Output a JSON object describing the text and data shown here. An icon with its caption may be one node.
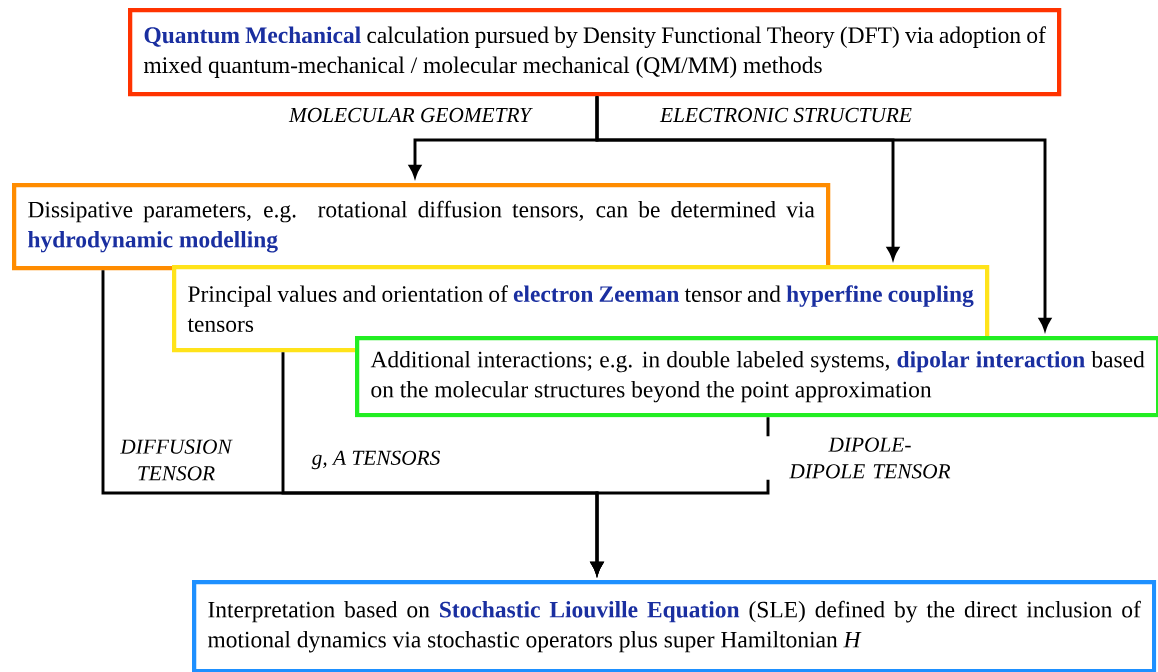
{
  "diagram": {
    "nodes": [
      {
        "text": [
          "**Quantum Mechanical** calculation pursued by Density Functional Theory (DFT) via adoption of mixed quantum-mechanical / molecular mechanical (QM/MM) methods"
        ]
      },
      {
        "text": [
          "Dissipative parameters, e.g. rotational diffusion tensors, can be determined via **hydrodynamic modelling**"
        ]
      },
      {
        "text": [
          "Principal values and orientation of **electron Zeeman** tensor and **hyperfine coupling** tensors"
        ]
      },
      {
        "text": [
          "Additional interactions; e.g. in double labeled systems, **dipolar interaction** based on the molecular structures beyond the point approximation"
        ]
      },
      {
        "text": [
          "Interpretation based on **Stochastic Liouville Equation** (SLE) defined by the direct inclusion of motional dynamics via stochastic operators plus super Hamiltonian *H*"
        ]
      }
    ],
    "edges": [
      {
        "from": 0,
        "to": 1,
        "arrow": "to",
        "label": "MOLECULAR GEOMETRY"
      },
      {
        "from": 0,
        "to": 2,
        "arrow": "to",
        "label": "ELECTRONIC STRUCTURE"
      },
      {
        "from": 0,
        "to": 3,
        "arrow": "to"
      },
      {
        "from": 1,
        "to": 4,
        "arrow": "to",
        "label": "DIFFUSION TENSOR"
      },
      {
        "from": 2,
        "to": 4,
        "arrow": "to",
        "label": "g, A TENSORS"
      },
      {
        "from": 3,
        "to": 4,
        "arrow": "to",
        "label": "DIPOLE-DIPOLE TENSOR"
      }
    ]
  }
}
